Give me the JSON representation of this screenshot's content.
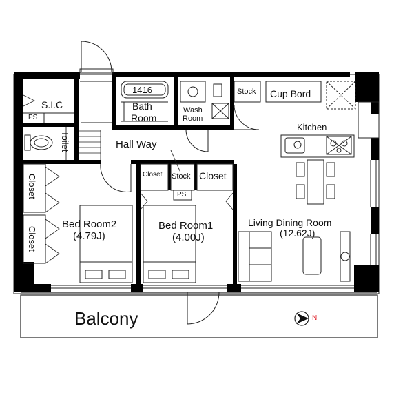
{
  "floor_plan": {
    "rooms": {
      "sic": "S.I.C",
      "ps_small": "PS",
      "toilet": "Toilet",
      "bath_line1": "Bath",
      "bath_line2": "Room",
      "bath_size": "1416",
      "wash_line1": "Wash",
      "wash_line2": "Room",
      "stock_top": "Stock",
      "cup_board": "Cup Bord",
      "kitchen": "Kitchen",
      "hall_way": "Hall Way",
      "closet_upper_left": "Closet",
      "closet_lower_left": "Closet",
      "closet_small": "Closet",
      "stock_mid": "Stock",
      "closet_right": "Closet",
      "ps_mid": "PS",
      "bed_room2": "Bed Room2",
      "bed_room2_size": "(4.79J)",
      "bed_room1": "Bed Room1",
      "bed_room1_size": "(4.00J)",
      "living_dining": "Living Dining Room",
      "living_dining_size": "(12.62J)",
      "balcony": "Balcony"
    },
    "compass": {
      "label": "N",
      "color": "#e0202a"
    },
    "colors": {
      "wall": "#000000",
      "line": "#222222",
      "background": "#ffffff"
    }
  }
}
